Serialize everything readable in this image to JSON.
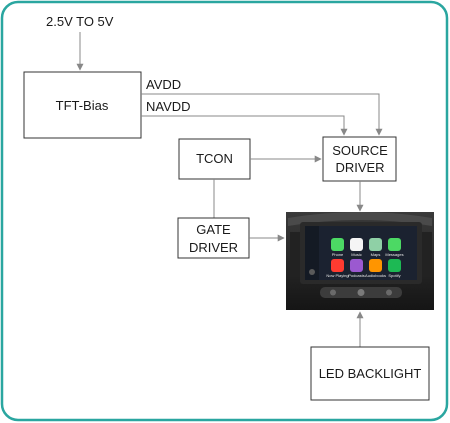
{
  "input_label": "2.5V TO 5V",
  "blocks": {
    "tft_bias": "TFT-Bias",
    "tcon": "TCON",
    "source_driver_line1": "SOURCE",
    "source_driver_line2": "DRIVER",
    "gate_driver_line1": "GATE",
    "gate_driver_line2": "DRIVER",
    "led_backlight": "LED BACKLIGHT"
  },
  "signals": {
    "avdd": "AVDD",
    "navdd": "NAVDD"
  },
  "display_apps": [
    "Phone",
    "Music",
    "Maps",
    "Messages",
    "Now Playing",
    "Podcasts",
    "Audiobooks",
    "Spotify"
  ],
  "colors": {
    "frame": "#2aa6a0",
    "line": "#888888",
    "box_border": "#333333",
    "text": "#1a1a1a",
    "screen_bg": "#1b2230",
    "bezel": "#2a2a2a"
  }
}
